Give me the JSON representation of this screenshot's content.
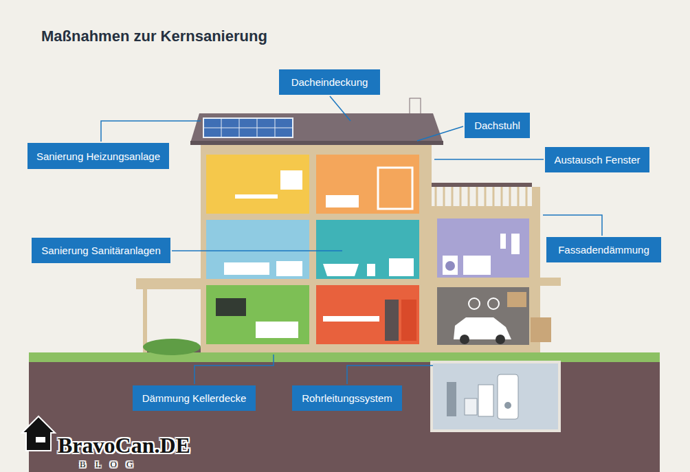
{
  "diagram": {
    "title": "Maßnahmen zur Kernsanierung",
    "nodes": [
      {
        "text": [
          "Dacheindeckung"
        ]
      },
      {
        "text": [
          "Dachstuhl"
        ]
      },
      {
        "text": [
          "Sanierung Heizungsanlage"
        ]
      },
      {
        "text": [
          "Austausch Fenster"
        ]
      },
      {
        "text": [
          "Sanierung Sanitäranlagen"
        ]
      },
      {
        "text": [
          "Fassadendämmung"
        ]
      },
      {
        "text": [
          "Dämmung Kellerdecke"
        ]
      },
      {
        "text": [
          "Rohrleitungssystem"
        ]
      }
    ],
    "labels": [
      "BravoCan.DE",
      "BLOG"
    ]
  }
}
